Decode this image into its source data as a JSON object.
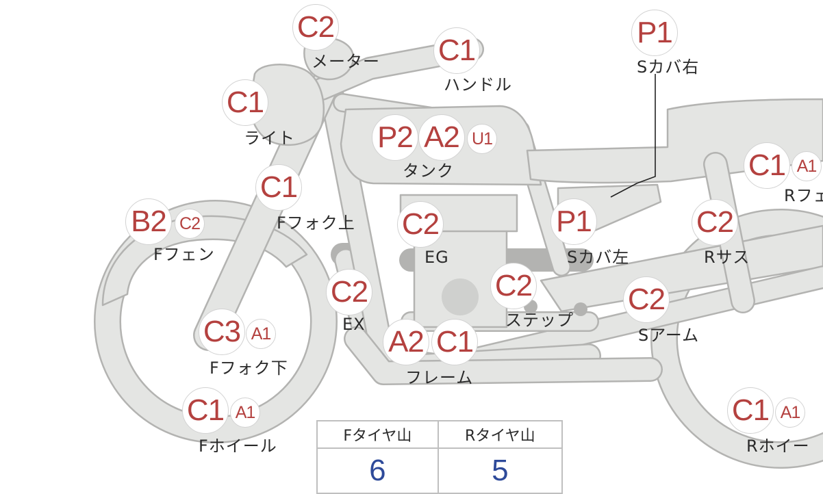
{
  "parts": [
    {
      "id": "meter",
      "label": "メーター",
      "badges": [
        "C2"
      ]
    },
    {
      "id": "handle",
      "label": "ハンドル",
      "badges": [
        "C1"
      ]
    },
    {
      "id": "s-cover-right",
      "label": "Sカバ右",
      "badges": [
        "P1"
      ]
    },
    {
      "id": "light",
      "label": "ライト",
      "badges": [
        "C1"
      ]
    },
    {
      "id": "tank",
      "label": "タンク",
      "badges": [
        "P2",
        "A2",
        "U1"
      ]
    },
    {
      "id": "r-fender",
      "label": "Rフェ",
      "badges": [
        "C1",
        "A1"
      ]
    },
    {
      "id": "f-fork-upper",
      "label": "Fフォク上",
      "badges": [
        "C1"
      ]
    },
    {
      "id": "f-fender",
      "label": "Fフェン",
      "badges": [
        "B2",
        "C2"
      ]
    },
    {
      "id": "engine",
      "label": "EG",
      "badges": [
        "C2"
      ]
    },
    {
      "id": "s-cover-left",
      "label": "Sカバ左",
      "badges": [
        "P1"
      ]
    },
    {
      "id": "r-suspension",
      "label": "Rサス",
      "badges": [
        "C2"
      ]
    },
    {
      "id": "exhaust",
      "label": "EX",
      "badges": [
        "C2"
      ]
    },
    {
      "id": "step",
      "label": "ステップ",
      "badges": [
        "C2"
      ]
    },
    {
      "id": "swing-arm",
      "label": "Sアーム",
      "badges": [
        "C2"
      ]
    },
    {
      "id": "f-fork-lower",
      "label": "Fフォク下",
      "badges": [
        "C3",
        "A1"
      ]
    },
    {
      "id": "frame",
      "label": "フレーム",
      "badges": [
        "A2",
        "C1"
      ]
    },
    {
      "id": "f-wheel",
      "label": "Fホイール",
      "badges": [
        "C1",
        "A1"
      ]
    },
    {
      "id": "r-wheel",
      "label": "Rホイー",
      "badges": [
        "C1",
        "A1"
      ]
    }
  ],
  "tire_table": {
    "headers": [
      "Fタイヤ山",
      "Rタイヤ山"
    ],
    "values": [
      "6",
      "5"
    ]
  },
  "colors": {
    "badge_text": "#b4413f",
    "part_fill": "#e4e5e3",
    "part_stroke": "#b3b3b1",
    "tire_value": "#2e4a9a"
  }
}
